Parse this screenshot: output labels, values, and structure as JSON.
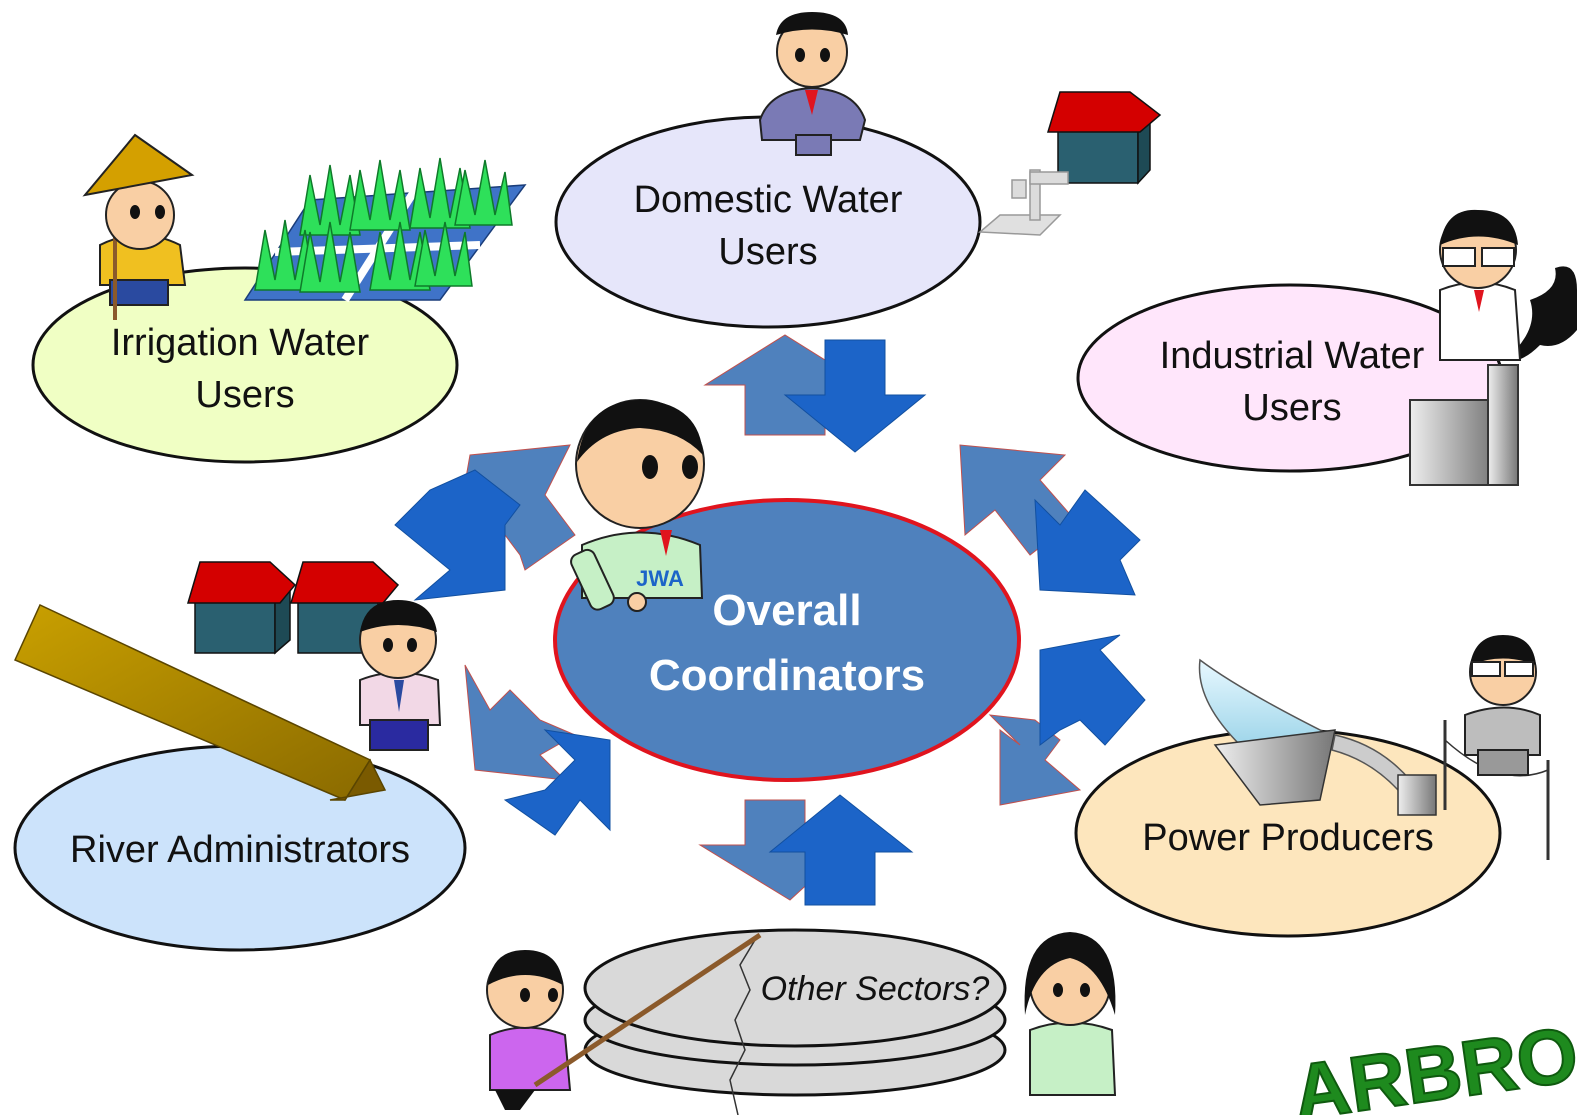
{
  "center": {
    "line1": "Overall",
    "line2": "Coordinators",
    "badge": "JWA",
    "fill": "#4f81bd",
    "border": "#e0141e"
  },
  "stakeholders": {
    "domestic": {
      "line1": "Domestic Water",
      "line2": "Users",
      "fill": "#e6e6fa"
    },
    "irrigation": {
      "line1": "Irrigation Water",
      "line2": "Users",
      "fill": "#f0ffc4"
    },
    "industrial": {
      "line1": "Industrial Water",
      "line2": "Users",
      "fill": "#ffe6fb"
    },
    "river": {
      "line1": "River Administrators",
      "fill": "#cce3fb"
    },
    "power": {
      "line1": "Power Producers",
      "fill": "#fde6bd"
    },
    "other": {
      "line1": "Other Sectors?"
    }
  },
  "logo": {
    "text": "ARBRO",
    "color": "#1e8a1e"
  },
  "colors": {
    "arrow_light": "#4f81bd",
    "arrow_dark": "#1c64c8",
    "roof": "#d40000",
    "house": "#2a6070"
  }
}
